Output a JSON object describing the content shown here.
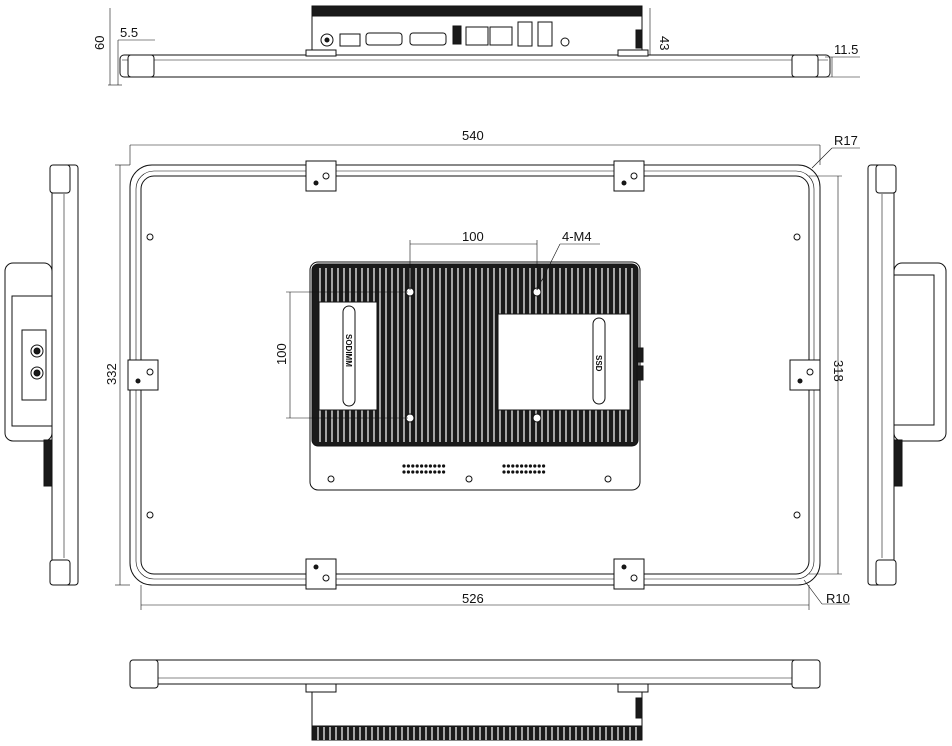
{
  "dimensions": {
    "top_offset": "5.5",
    "top_height": "60",
    "top_io_depth": "43",
    "right_offset": "11.5",
    "overall_width": "540",
    "inner_width": "526",
    "overall_height": "332",
    "inner_height": "318",
    "outer_radius": "R17",
    "inner_radius": "R10",
    "vesa_h": "100",
    "vesa_v": "100",
    "vesa_screws": "4-M4"
  },
  "labels": {
    "ssd_left": "SODIMM",
    "ssd_right": "SSD"
  }
}
